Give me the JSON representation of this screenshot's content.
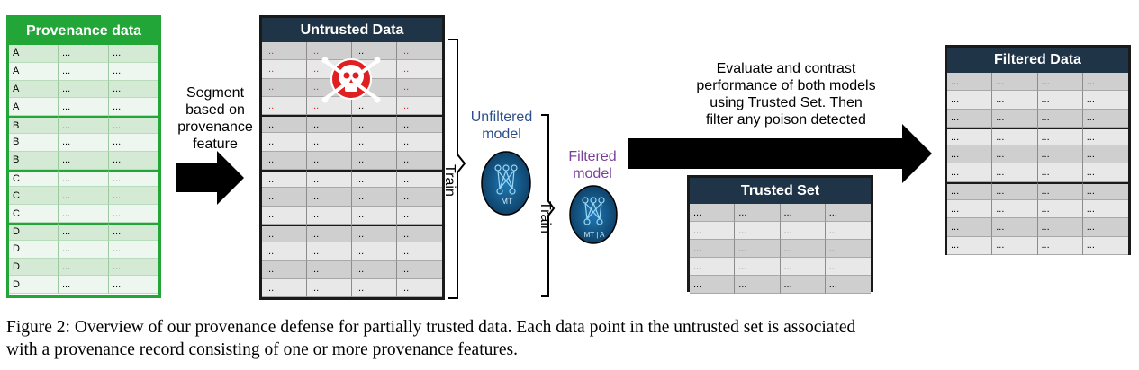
{
  "provenance_table": {
    "title": "Provenance data",
    "rows": [
      [
        "A",
        "...",
        "..."
      ],
      [
        "A",
        "...",
        "..."
      ],
      [
        "A",
        "...",
        "..."
      ],
      [
        "A",
        "...",
        "..."
      ],
      [
        "B",
        "...",
        "..."
      ],
      [
        "B",
        "...",
        "..."
      ],
      [
        "B",
        "...",
        "..."
      ],
      [
        "C",
        "...",
        "..."
      ],
      [
        "C",
        "...",
        "..."
      ],
      [
        "C",
        "...",
        "..."
      ],
      [
        "D",
        "...",
        "..."
      ],
      [
        "D",
        "...",
        "..."
      ],
      [
        "D",
        "...",
        "..."
      ],
      [
        "D",
        "...",
        "..."
      ]
    ]
  },
  "segment_text": [
    "Segment",
    "based on",
    "provenance",
    "feature"
  ],
  "untrusted_table": {
    "title": "Untrusted Data",
    "cell": "..."
  },
  "train_label": "Train",
  "unfiltered_model": {
    "label": [
      "Unfiltered",
      "model"
    ],
    "subscript": "MT",
    "color": "#2e4f8a"
  },
  "filtered_model": {
    "label": [
      "Filtered",
      "model"
    ],
    "subscript": "MT | A",
    "color": "#7b3f99"
  },
  "evaluate_text": [
    "Evaluate and contrast",
    "performance of both models",
    "using Trusted Set. Then",
    "filter any poison detected"
  ],
  "trusted_table": {
    "title": "Trusted Set",
    "cell": "..."
  },
  "filtered_table": {
    "title": "Filtered Data",
    "cell": "..."
  },
  "caption": [
    "Figure 2: Overview of our provenance defense for partially trusted data. Each data point in the untrusted set is associated",
    "with a provenance record consisting of one or more provenance features."
  ],
  "colors": {
    "provenance_green": "#21a637",
    "table_header": "#1f3447",
    "poison_red": "#e0201f"
  },
  "icons": [
    "skull-crossbones-icon",
    "neural-network-icon",
    "right-arrow-icon",
    "curly-brace-icon"
  ]
}
